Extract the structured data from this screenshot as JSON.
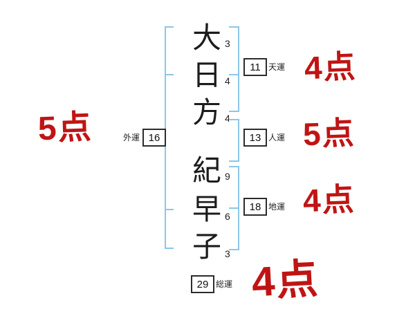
{
  "name_chars": [
    {
      "char": "大",
      "strokes": "3"
    },
    {
      "char": "日",
      "strokes": "4"
    },
    {
      "char": "方",
      "strokes": "4"
    },
    {
      "char": "紀",
      "strokes": "9"
    },
    {
      "char": "早",
      "strokes": "6"
    },
    {
      "char": "子",
      "strokes": "3"
    }
  ],
  "fortunes": {
    "ten": {
      "value": "11",
      "label": "天運",
      "score": "4点"
    },
    "jin": {
      "value": "13",
      "label": "人運",
      "score": "5点"
    },
    "chi": {
      "value": "18",
      "label": "地運",
      "score": "4点"
    },
    "gai": {
      "value": "16",
      "label": "外運",
      "score": "5点"
    },
    "sou": {
      "value": "29",
      "label": "総運",
      "score": "4点"
    }
  },
  "colors": {
    "bracket_blue": "#8cc6e8",
    "score_red": "#c01414"
  }
}
